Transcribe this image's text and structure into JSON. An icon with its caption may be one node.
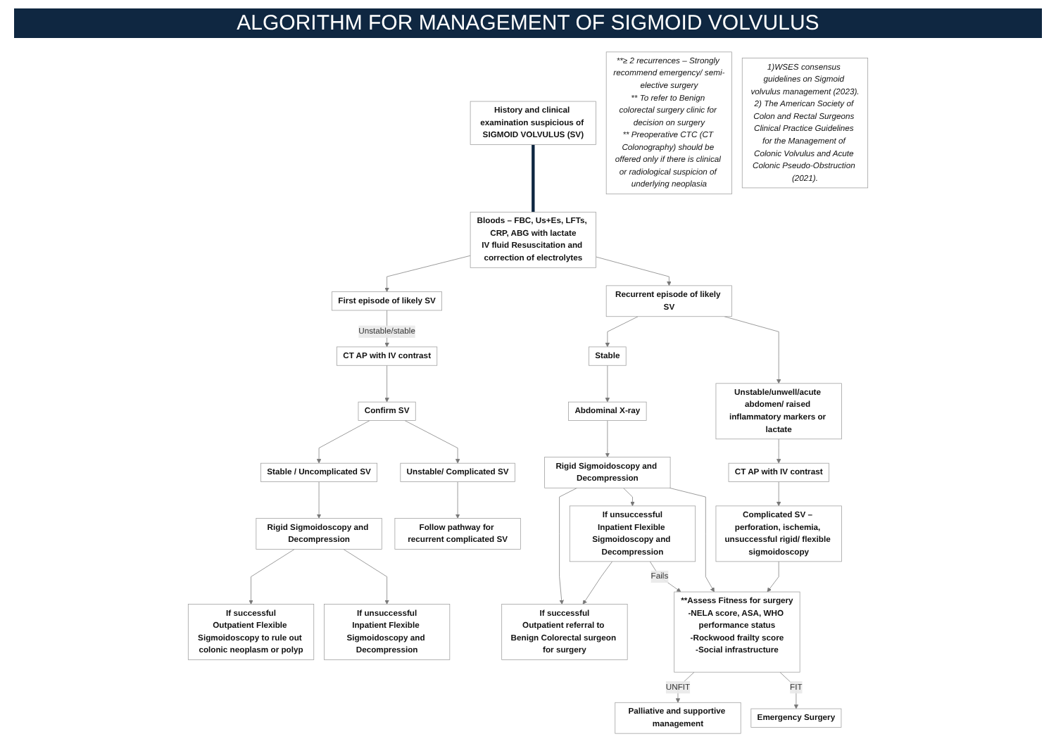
{
  "diagram": {
    "title": "ALGORITHM FOR MANAGEMENT OF SIGMOID VOLVULUS",
    "nodes": [
      {
        "text": [
          "History and clinical examination suspicious of SIGMOID VOLVULUS (SV)"
        ]
      },
      {
        "text": [
          "Bloods – FBC, Us+Es, LFTs, CRP, ABG with lactate",
          "IV fluid Resuscitation and correction of electrolytes"
        ]
      },
      {
        "text": [
          "First episode of likely SV"
        ]
      },
      {
        "text": [
          "Recurrent episode of likely SV"
        ]
      },
      {
        "text": [
          "CT AP with IV contrast"
        ]
      },
      {
        "text": [
          "Confirm SV"
        ]
      },
      {
        "text": [
          "Stable / Uncomplicated SV"
        ]
      },
      {
        "text": [
          "Unstable/ Complicated SV"
        ]
      },
      {
        "text": [
          "Rigid Sigmoidoscopy and Decompression"
        ]
      },
      {
        "text": [
          "Follow pathway for recurrent complicated SV"
        ]
      },
      {
        "text": [
          "If successful",
          "Outpatient Flexible Sigmoidoscopy to rule out colonic neoplasm or polyp"
        ]
      },
      {
        "text": [
          "If unsuccessful",
          "Inpatient Flexible Sigmoidoscopy and Decompression"
        ]
      },
      {
        "text": [
          "Stable"
        ]
      },
      {
        "text": [
          "Unstable/unwell/acute abdomen/ raised inflammatory markers or lactate"
        ]
      },
      {
        "text": [
          "Abdominal X-ray"
        ]
      },
      {
        "text": [
          "CT AP with IV contrast"
        ]
      },
      {
        "text": [
          "Rigid Sigmoidoscopy and Decompression"
        ]
      },
      {
        "text": [
          "Complicated SV – perforation, ischemia, unsuccessful rigid/ flexible sigmoidoscopy"
        ]
      },
      {
        "text": [
          "If successful",
          "Outpatient referral to Benign Colorectal surgeon for surgery"
        ]
      },
      {
        "text": [
          "If unsuccessful",
          "Inpatient Flexible Sigmoidoscopy and Decompression"
        ]
      },
      {
        "text": [
          "**Assess Fitness for surgery",
          "-NELA score, ASA, WHO performance status",
          "-Rockwood frailty score",
          "-Social infrastructure"
        ]
      },
      {
        "text": [
          "Palliative and supportive management"
        ]
      },
      {
        "text": [
          "Emergency Surgery"
        ]
      },
      {
        "text": [
          "**≥ 2 recurrences – Strongly recommend emergency/ semi-elective surgery",
          "** To refer to Benign colorectal surgery clinic for decision on surgery",
          "** Preoperative CTC (CT Colonography) should be offered only if there is clinical or radiological suspicion of underlying neoplasia"
        ]
      },
      {
        "text": [
          "1)WSES consensus guidelines on Sigmoid volvulus management (2023).",
          "2) The American Society of Colon and Rectal Surgeons Clinical Practice Guidelines for the Management of Colonic Volvulus and Acute Colonic Pseudo-Obstruction (2021)."
        ]
      }
    ],
    "edges": [
      {
        "from": 0,
        "to": 1,
        "arrow": "none",
        "style": "thick",
        "color": "#0f2741"
      },
      {
        "from": 1,
        "to": 2,
        "arrow": "to"
      },
      {
        "from": 1,
        "to": 3,
        "arrow": "to"
      },
      {
        "from": 2,
        "to": 4,
        "arrow": "to",
        "label": "Unstable/stable"
      },
      {
        "from": 4,
        "to": 5,
        "arrow": "to"
      },
      {
        "from": 5,
        "to": 6,
        "arrow": "to"
      },
      {
        "from": 5,
        "to": 7,
        "arrow": "to"
      },
      {
        "from": 6,
        "to": 8,
        "arrow": "to"
      },
      {
        "from": 7,
        "to": 9,
        "arrow": "to"
      },
      {
        "from": 8,
        "to": 10,
        "arrow": "to"
      },
      {
        "from": 8,
        "to": 11,
        "arrow": "to"
      },
      {
        "from": 3,
        "to": 12,
        "arrow": "to"
      },
      {
        "from": 3,
        "to": 13,
        "arrow": "to"
      },
      {
        "from": 12,
        "to": 14,
        "arrow": "to"
      },
      {
        "from": 14,
        "to": 16,
        "arrow": "to"
      },
      {
        "from": 13,
        "to": 15,
        "arrow": "to"
      },
      {
        "from": 15,
        "to": 17,
        "arrow": "to"
      },
      {
        "from": 16,
        "to": 18,
        "arrow": "to"
      },
      {
        "from": 16,
        "to": 19,
        "arrow": "to"
      },
      {
        "from": 16,
        "to": 20,
        "arrow": "to"
      },
      {
        "from": 19,
        "to": 18,
        "arrow": "to"
      },
      {
        "from": 19,
        "to": 20,
        "arrow": "to",
        "label": "Fails"
      },
      {
        "from": 17,
        "to": 20,
        "arrow": "to"
      },
      {
        "from": 20,
        "to": 21,
        "arrow": "to",
        "label": "UNFIT"
      },
      {
        "from": 20,
        "to": 22,
        "arrow": "to",
        "label": "FIT"
      }
    ]
  }
}
